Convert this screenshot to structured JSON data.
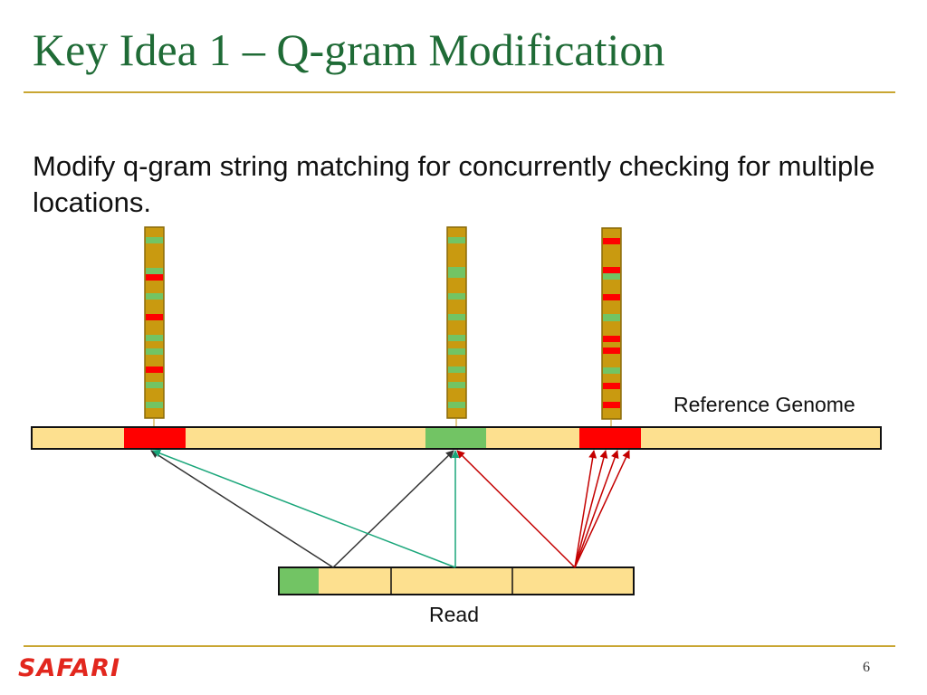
{
  "slide": {
    "title": "Key Idea 1 – Q-gram Modification",
    "body": "Modify q-gram string matching for concurrently checking for multiple locations.",
    "reference_label": "Reference Genome",
    "read_label": "Read",
    "footer_logo": "SAFARI",
    "page_number": "6"
  },
  "colors": {
    "title_green": "#1f6b36",
    "rule_gold": "#c9a632",
    "genome_fill": "#fde08f",
    "column_fill": "#c99a10",
    "match_green": "#72c464",
    "mismatch_red": "#ff0000",
    "arrow_dark": "#333333",
    "arrow_teal": "#1aa67a",
    "arrow_red": "#c40000",
    "logo_red": "#e2271e"
  },
  "diagram": {
    "reference_segments": [
      "mismatch",
      "match",
      "mismatch"
    ],
    "read_segments": [
      "match",
      "plain",
      "plain",
      "plain"
    ],
    "columns": [
      {
        "cells": [
          "match",
          "match",
          "mismatch",
          "match",
          "mismatch",
          "match",
          "match",
          "mismatch",
          "match",
          "match"
        ]
      },
      {
        "cells": [
          "match",
          "match",
          "match",
          "match",
          "match",
          "match",
          "match",
          "match",
          "match",
          "match"
        ]
      },
      {
        "cells": [
          "mismatch",
          "mismatch",
          "match",
          "mismatch",
          "match",
          "mismatch",
          "mismatch",
          "match",
          "mismatch",
          "mismatch"
        ]
      }
    ]
  }
}
